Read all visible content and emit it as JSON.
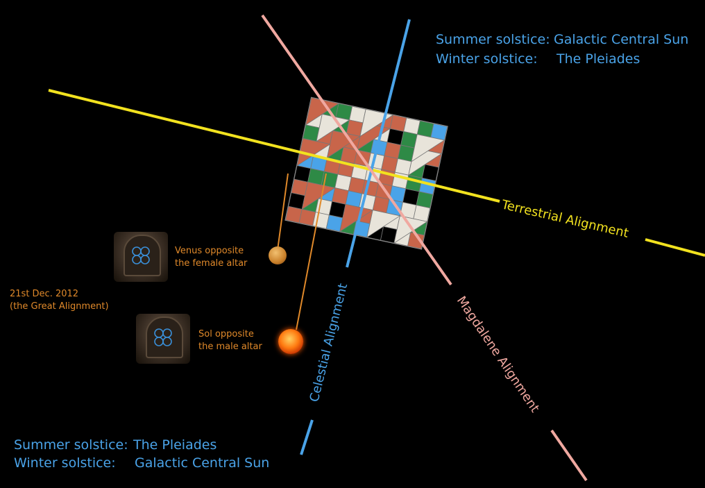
{
  "top_right": {
    "summer_label": "Summer solstice:",
    "summer_value": "Galactic Central Sun",
    "winter_label": "Winter solstice:",
    "winter_value": "The Pleiades"
  },
  "bottom_left": {
    "summer_label": "Summer solstice:",
    "summer_value": "The Pleiades",
    "winter_label": "Winter solstice:",
    "winter_value": "Galactic Central Sun"
  },
  "date_note": {
    "line1": "21st Dec. 2012",
    "line2": "(the Great Alignment)"
  },
  "venus": {
    "line1": "Venus opposite",
    "line2": "the female altar"
  },
  "sol": {
    "line1": "Sol opposite",
    "line2": "the male altar"
  },
  "alignments": {
    "terrestrial": "Terrestrial Alignment",
    "celestial": "Celestial Alignment",
    "magdalene": "Magdalene Alignment"
  },
  "colors": {
    "terrestrial": "#f2e21f",
    "celestial": "#4aa3e8",
    "magdalene": "#f0a8a0",
    "label_text": "#e0892a",
    "solstice_text": "#4aa3e8"
  }
}
